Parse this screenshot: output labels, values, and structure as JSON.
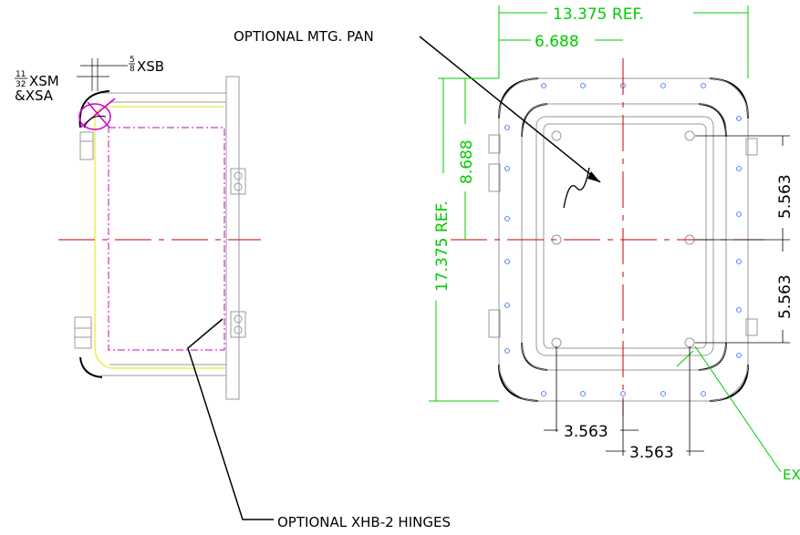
{
  "labels": {
    "mtg_pan": "OPTIONAL MTG. PAN",
    "hinges": "OPTIONAL XHB-2 HINGES",
    "xsb_frac": "5",
    "xsb_den": "8",
    "xsb": "XSB",
    "xsm_num": "11",
    "xsm_den": "32",
    "xsm": "XSM",
    "xsa": "&XSA",
    "ex": "EX"
  },
  "dimensions": {
    "width_ref": "13.375 REF.",
    "half_width": "6.688",
    "height_ref": "17.375 REF.",
    "half_height": "8.688",
    "upper_right": "5.563",
    "lower_right": "5.563",
    "bottom_left": "3.563",
    "bottom_right": "3.563"
  },
  "colors": {
    "dimension": "#00cc00",
    "centerline": "#cc0000",
    "outline": "#999999",
    "pan": "#cc00cc",
    "gasket": "#e6e600",
    "bolt": "#3366ff"
  }
}
